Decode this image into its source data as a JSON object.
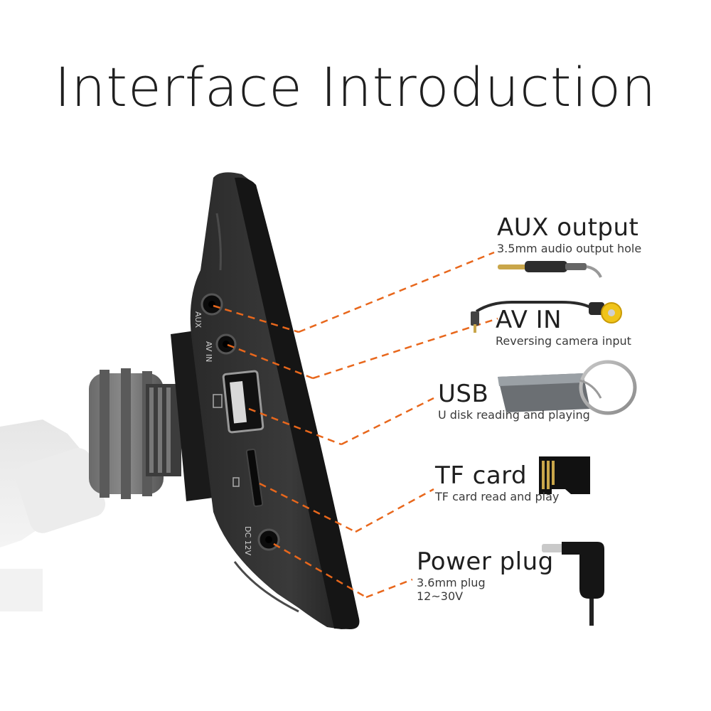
{
  "title": "Interface Introduction",
  "accent_color": "#e8671c",
  "device": {
    "port_labels": [
      "AUX",
      "AV IN",
      "DC 12V"
    ]
  },
  "callouts": [
    {
      "id": "aux",
      "heading": "AUX output",
      "lines": [
        "3.5mm audio output hole"
      ],
      "icon": "audio-jack-icon"
    },
    {
      "id": "avin",
      "heading": "AV IN",
      "lines": [
        "Reversing camera input"
      ],
      "icon": "av-cable-icon"
    },
    {
      "id": "usb",
      "heading": "USB",
      "lines": [
        "U disk reading and playing"
      ],
      "icon": "usb-drive-icon"
    },
    {
      "id": "tf",
      "heading": "TF card",
      "lines": [
        "TF card read and play"
      ],
      "icon": "sd-card-icon"
    },
    {
      "id": "power",
      "heading": "Power plug",
      "lines": [
        "3.6mm plug",
        "12~30V"
      ],
      "icon": "power-plug-icon"
    }
  ]
}
